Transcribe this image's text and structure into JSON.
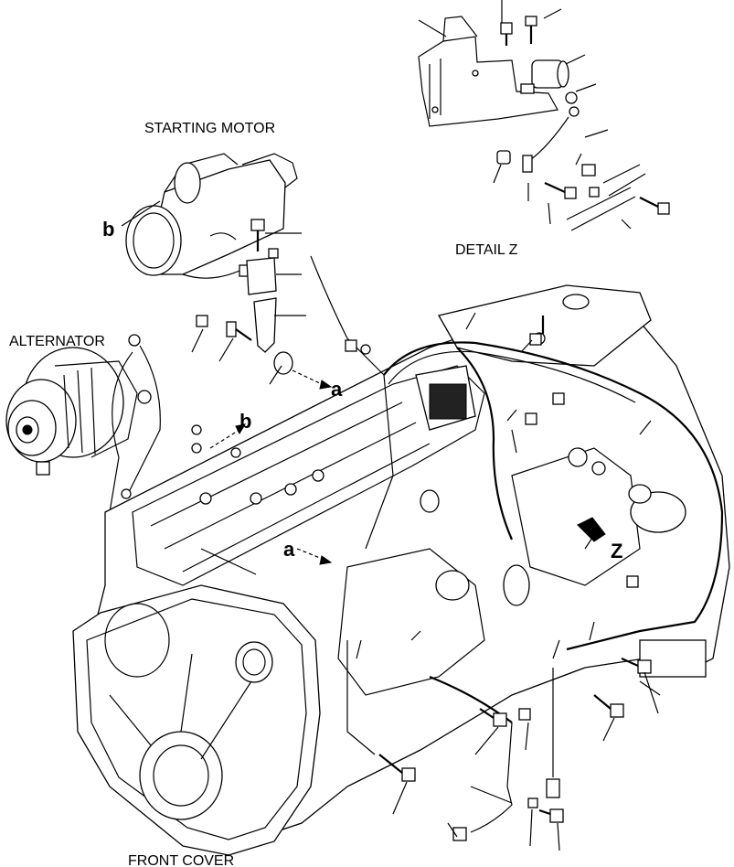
{
  "labels": {
    "starting_motor": "STARTING MOTOR",
    "alternator": "ALTERNATOR",
    "detail_z": "DETAIL Z",
    "front_cover": "FRONT COVER"
  },
  "callouts": {
    "a_top": "a",
    "a_bottom": "a",
    "b_left": "b",
    "b_mid": "b",
    "z": "Z"
  }
}
